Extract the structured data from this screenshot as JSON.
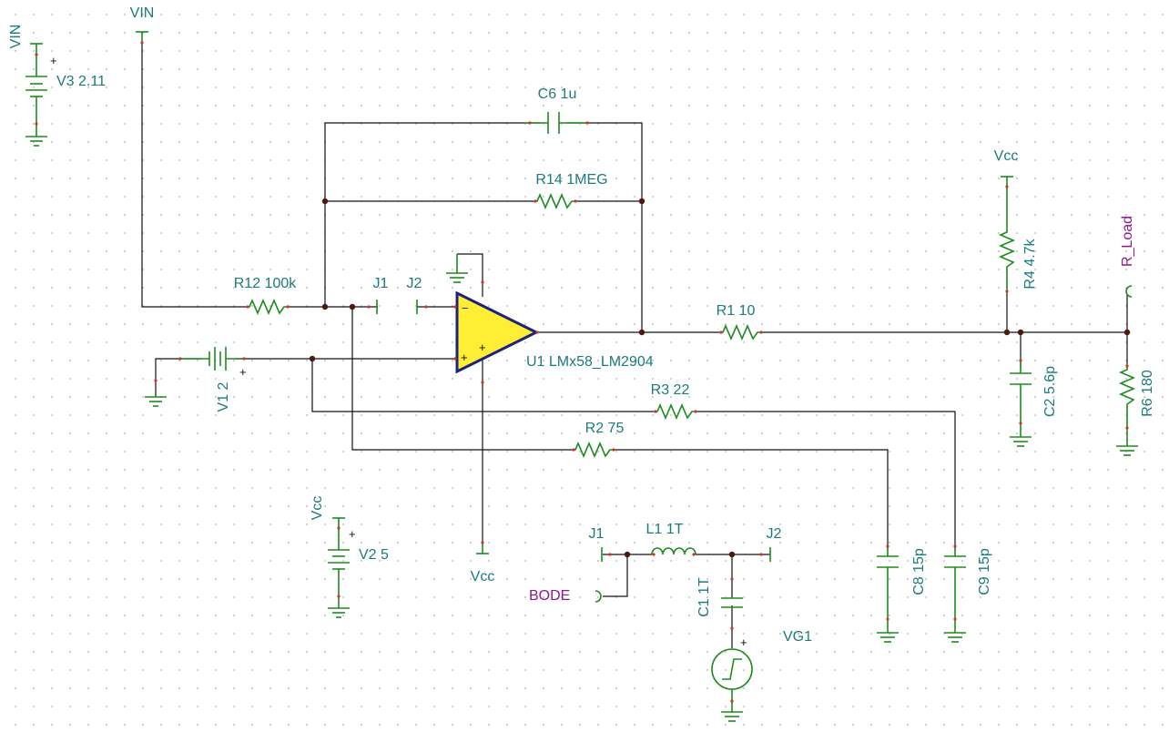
{
  "labels": {
    "vin_top": "VIN",
    "vin_left": "VIN",
    "v3": "V3 2.11",
    "v1": "V1 2",
    "v2": "V2 5",
    "c6": "C6 1u",
    "r14": "R14 1MEG",
    "r12": "R12 100k",
    "j1_top": "J1",
    "j2_top": "J2",
    "u1": "U1 LMx58_LM2904",
    "r1": "R1 10",
    "r3": "R3 22",
    "r2": "R2 75",
    "vcc_r4": "Vcc",
    "r4": "R4 4.7k",
    "r_load": "R_Load",
    "c2": "C2 5.6p",
    "r6": "R6 180",
    "vcc_v2": "Vcc",
    "vcc_u1": "Vcc",
    "j1_bot": "J1",
    "l1": "L1 1T",
    "j2_bot": "J2",
    "bode": "BODE",
    "c1": "C1 1T",
    "vg1": "VG1",
    "c8": "C8 15p",
    "c9": "C9 15p"
  },
  "signs": {
    "plus": "+",
    "minus": "−"
  },
  "colors": {
    "wire": "#111111",
    "component": "#1f8a1f",
    "opamp_fill": "#ffee33",
    "opamp_outline": "#1a237e",
    "label": "#1b7a7a",
    "port_label": "#8a1a8a"
  }
}
